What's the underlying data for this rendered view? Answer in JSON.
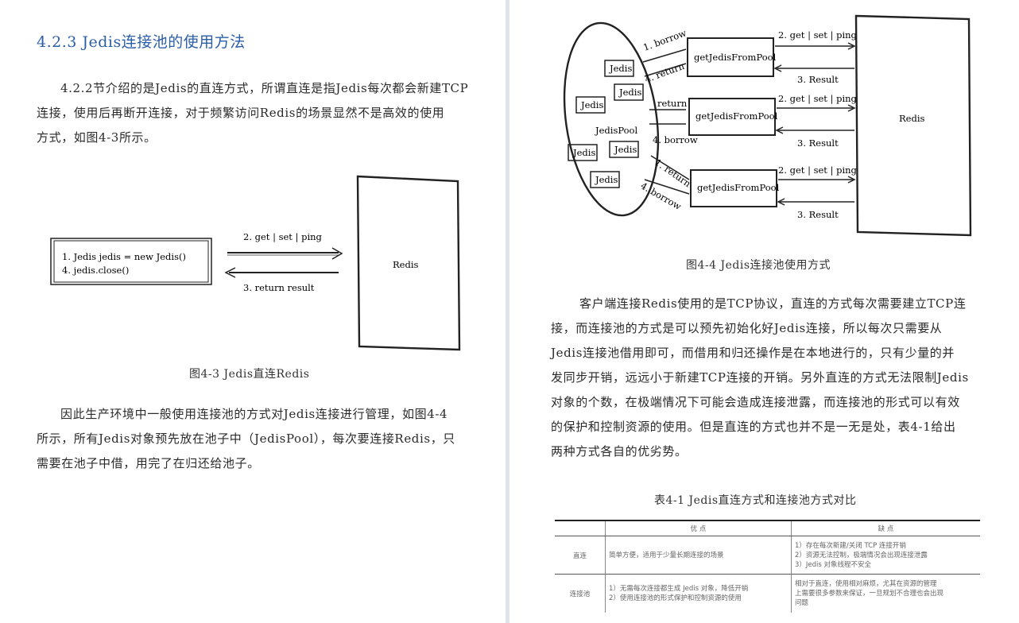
{
  "left": {
    "section_title": "4.2.3   Jedis连接池的使用方法",
    "para1": [
      "4.2.2节介绍的是Jedis的直连方式，所谓直连是指Jedis每次都会新建TCP",
      "连接，使用后再断开连接，对于频繁访问Redis的场景显然不是高效的使用",
      "方式，如图4-3所示。"
    ],
    "fig43": {
      "client_lines": [
        "1. Jedis jedis = new Jedis()",
        "4. jedis.close()"
      ],
      "arrow_top": "2. get | set | ping",
      "arrow_bottom": "3. return result",
      "server": "Redis"
    },
    "caption": "图4-3   Jedis直连Redis",
    "para2": [
      "因此生产环境中一般使用连接池的方式对Jedis连接进行管理，如图4-4",
      "所示，所有Jedis对象预先放在池子中（JedisPool），每次要连接Redis，只",
      "需要在池子中借，用完了在归还给池子。"
    ]
  },
  "right": {
    "fig44": {
      "pool_label": "JedisPool",
      "jedis": "Jedis",
      "get_box": "getJedisFromPool",
      "borrow": "1. borrow",
      "return_label": "return",
      "return_numbered": "4. return",
      "borrow4": "4. borrow",
      "return1": "1. return",
      "cmd": "2. get | set | ping",
      "result": "3. Result",
      "server": "Redis"
    },
    "caption": "图4-4   Jedis连接池使用方式",
    "para": [
      "客户端连接Redis使用的是TCP协议，直连的方式每次需要建立TCP连",
      "接，而连接池的方式是可以预先初始化好Jedis连接，所以每次只需要从",
      "Jedis连接池借用即可，而借用和归还操作是在本地进行的，只有少量的并",
      "发同步开销，远远小于新建TCP连接的开销。另外直连的方式无法限制Jedis",
      "对象的个数，在极端情况下可能会造成连接泄露，而连接池的形式可以有效",
      "的保护和控制资源的使用。但是直连的方式也并不是一无是处，表4-1给出",
      "两种方式各自的优劣势。"
    ],
    "table_title": "表4-1   Jedis直连方式和连接池方式对比",
    "table": {
      "headers": [
        "",
        "优   点",
        "缺   点"
      ],
      "rows": [
        {
          "label": "直连",
          "pros": [
            "简单方便，适用于少量长期连接的场景"
          ],
          "cons": [
            "1）存在每次新建/关闭 TCP 连接开销",
            "2）资源无法控制，极端情况会出现连接泄露",
            "3）Jedis 对象线程不安全"
          ]
        },
        {
          "label": "连接池",
          "pros": [
            "1）无需每次连接都生成 Jedis 对象，降低开销",
            "2）使用连接池的形式保护和控制资源的使用"
          ],
          "cons": [
            "相对于直连，使用相对麻烦，尤其在资源的管理",
            "上需要很多参数来保证，一旦规划不合理也会出现",
            "问题"
          ]
        }
      ]
    }
  }
}
